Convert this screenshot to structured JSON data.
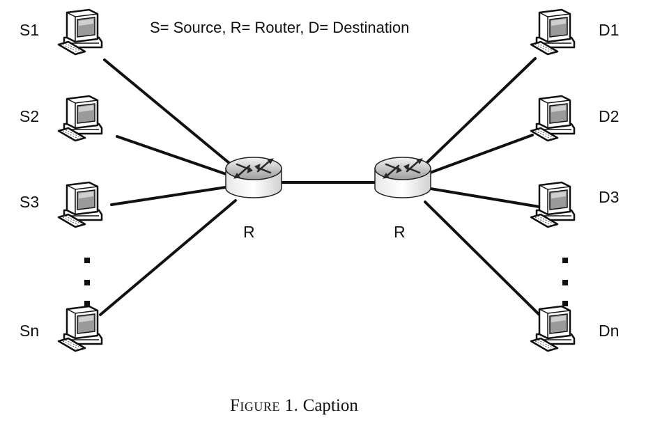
{
  "legend": "S= Source, R= Router, D= Destination",
  "sources": [
    "S1",
    "S2",
    "S3",
    "Sn"
  ],
  "destinations": [
    "D1",
    "D2",
    "D3",
    "Dn"
  ],
  "routers": [
    "R",
    "R"
  ],
  "caption": {
    "figure_label": "Figure 1.",
    "text": "Caption"
  },
  "colors": {
    "line": "#111111",
    "background": "#ffffff"
  }
}
